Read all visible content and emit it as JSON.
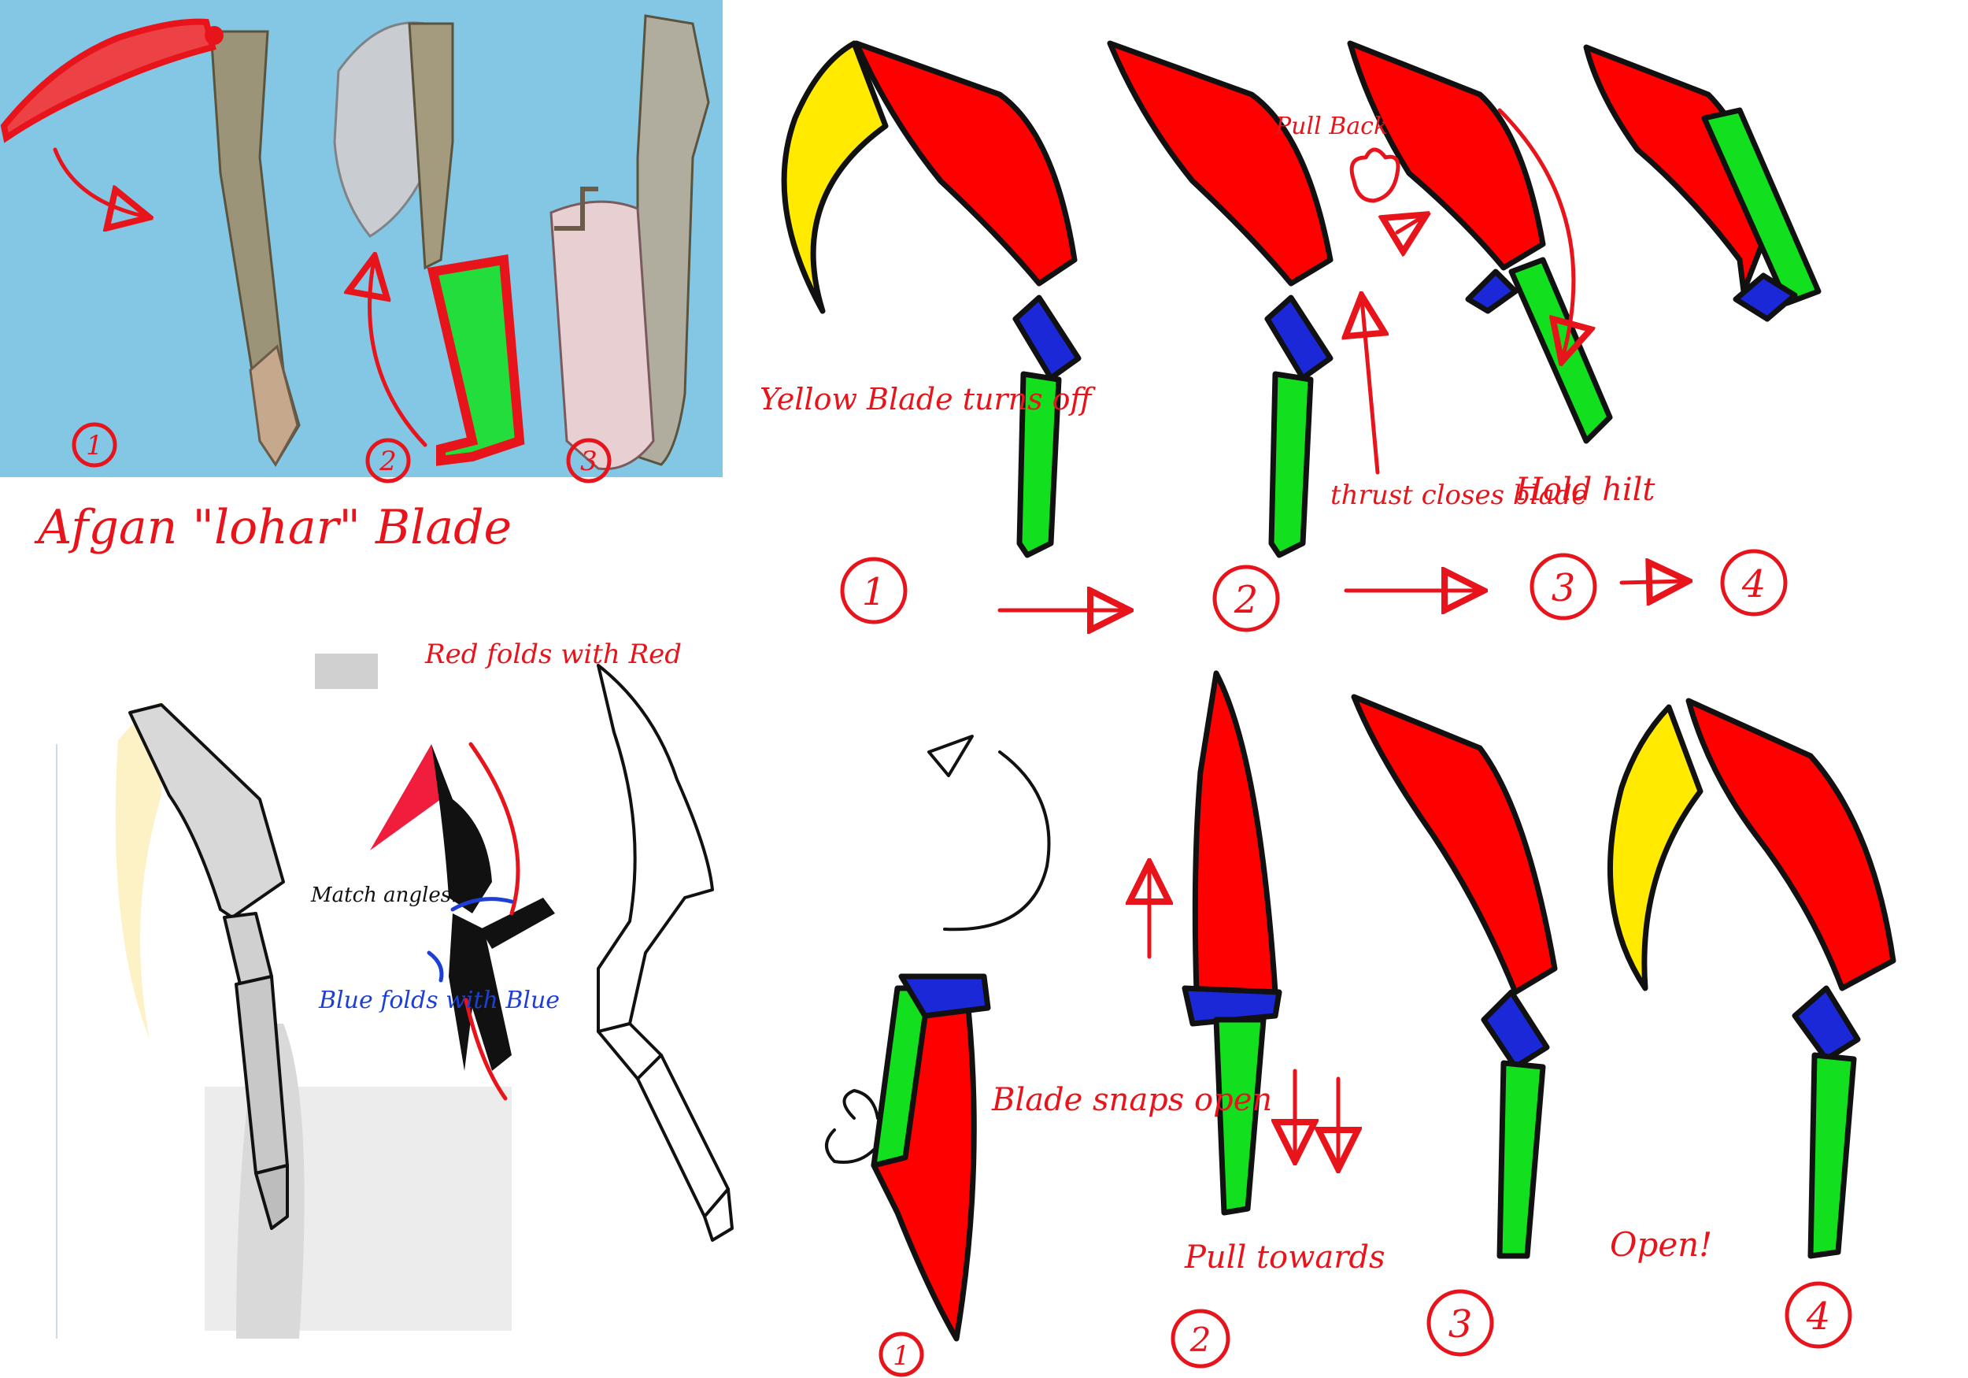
{
  "colors": {
    "blade_red": "#ff0000",
    "blade_yellow": "#ffea00",
    "hilt_green": "#12e01e",
    "joint_blue": "#1a28d8",
    "annotation_red": "#e8141c",
    "annotation_blue": "#1d3fd6",
    "photo_background": "#83c7e4"
  },
  "reference_photo": {
    "title": "Afgan \"lohar\" Blade",
    "step_numbers": [
      "1",
      "2",
      "3"
    ]
  },
  "top_sequence": {
    "steps": [
      "1",
      "2",
      "3",
      "4"
    ],
    "notes": {
      "yellow_blade": "Yellow Blade turns off",
      "pull_back": "Pull Back",
      "thrust": "thrust closes blade",
      "hold_hilt": "Hold hilt"
    }
  },
  "fold_sketch": {
    "notes": {
      "red_folds": "Red folds with Red",
      "match_angles": "Match angles!!",
      "blue_folds": "Blue folds with Blue"
    }
  },
  "bottom_sequence": {
    "steps": [
      "1",
      "2",
      "3",
      "4"
    ],
    "notes": {
      "snaps_open": "Blade snaps open",
      "pull_towards": "Pull towards",
      "open": "Open!"
    }
  }
}
